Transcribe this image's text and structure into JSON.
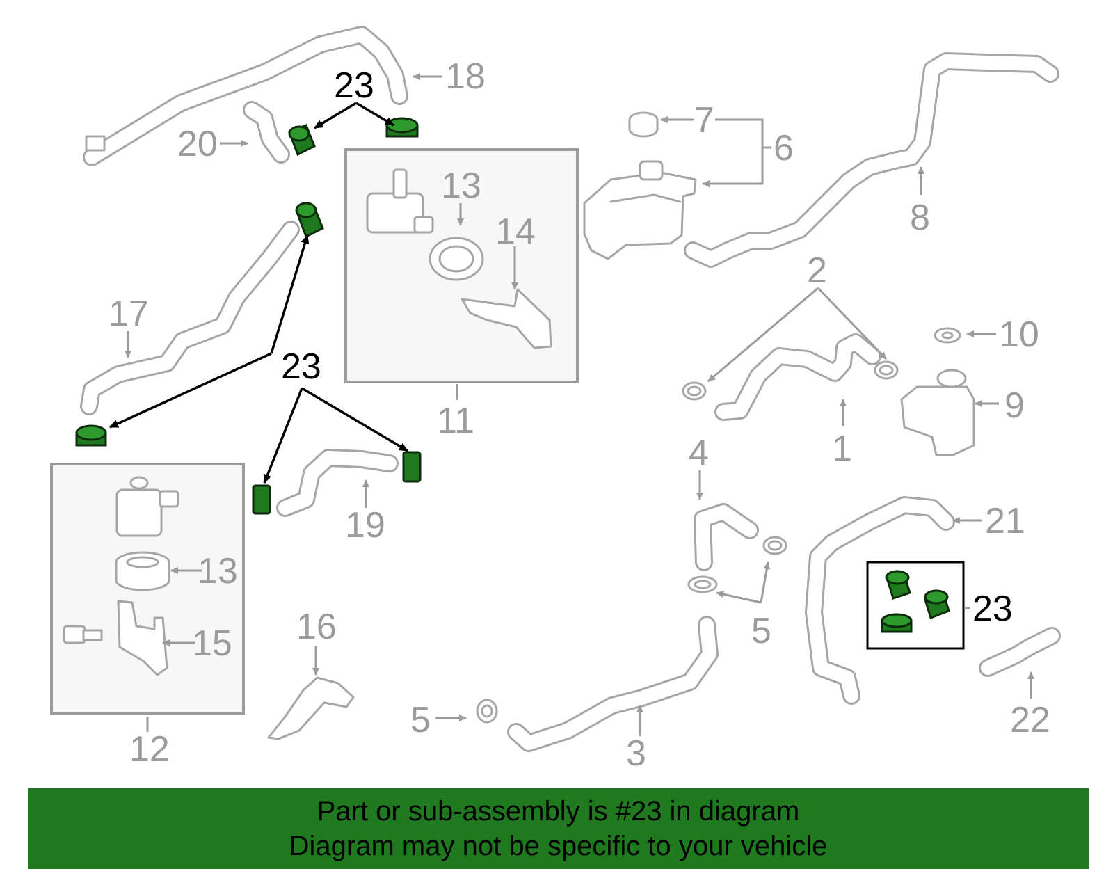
{
  "callouts": {
    "c1": "1",
    "c2": "2",
    "c3": "3",
    "c4": "4",
    "c5a": "5",
    "c5b": "5",
    "c6": "6",
    "c7": "7",
    "c8": "8",
    "c9": "9",
    "c10": "10",
    "c11": "11",
    "c12": "12",
    "c13a": "13",
    "c13b": "13",
    "c14": "14",
    "c15": "15",
    "c16": "16",
    "c17": "17",
    "c18": "18",
    "c19": "19",
    "c20": "20",
    "c21": "21",
    "c22": "22",
    "c23a": "23",
    "c23b": "23",
    "c23c": "23"
  },
  "highlight_color": "#1f7a1f",
  "banner": {
    "line1": "Part or sub-assembly is #23 in diagram",
    "line2": "Diagram may not be specific to your vehicle"
  }
}
